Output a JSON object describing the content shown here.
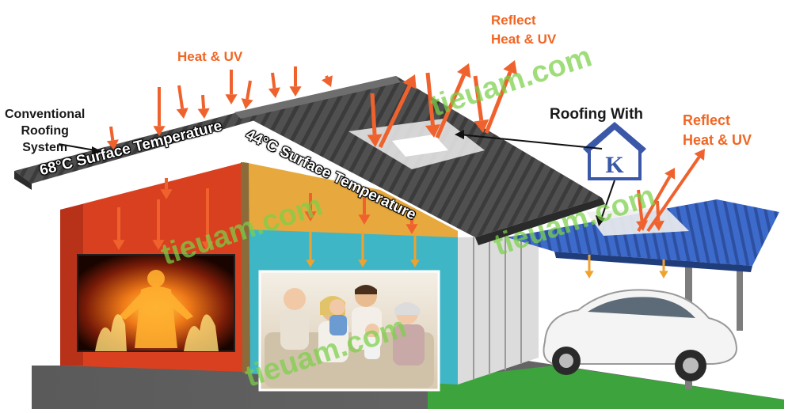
{
  "labels": {
    "heat_uv": "Heat & UV",
    "reflect_top": "Reflect\nHeat & UV",
    "reflect_right": "Reflect\nHeat & UV",
    "conventional": "Conventional\nRoofing\nSystem",
    "roofing_with": "Roofing With",
    "temp_left": "68°C Surface Temperature",
    "temp_right": "44°C Surface Temperature"
  },
  "logo": {
    "letter": "K"
  },
  "watermark": "tieuam.com",
  "colors": {
    "arrow": "#f0622d",
    "inner_arrow": "#f0a22e",
    "hot_wall": "#d9401f",
    "cool_wall": "#3fb6c6",
    "gable_cool": "#e7a93d",
    "roof_dark": "#4e4e4e",
    "carport_roof": "#3a67c4",
    "watermark": "#7bd148"
  }
}
